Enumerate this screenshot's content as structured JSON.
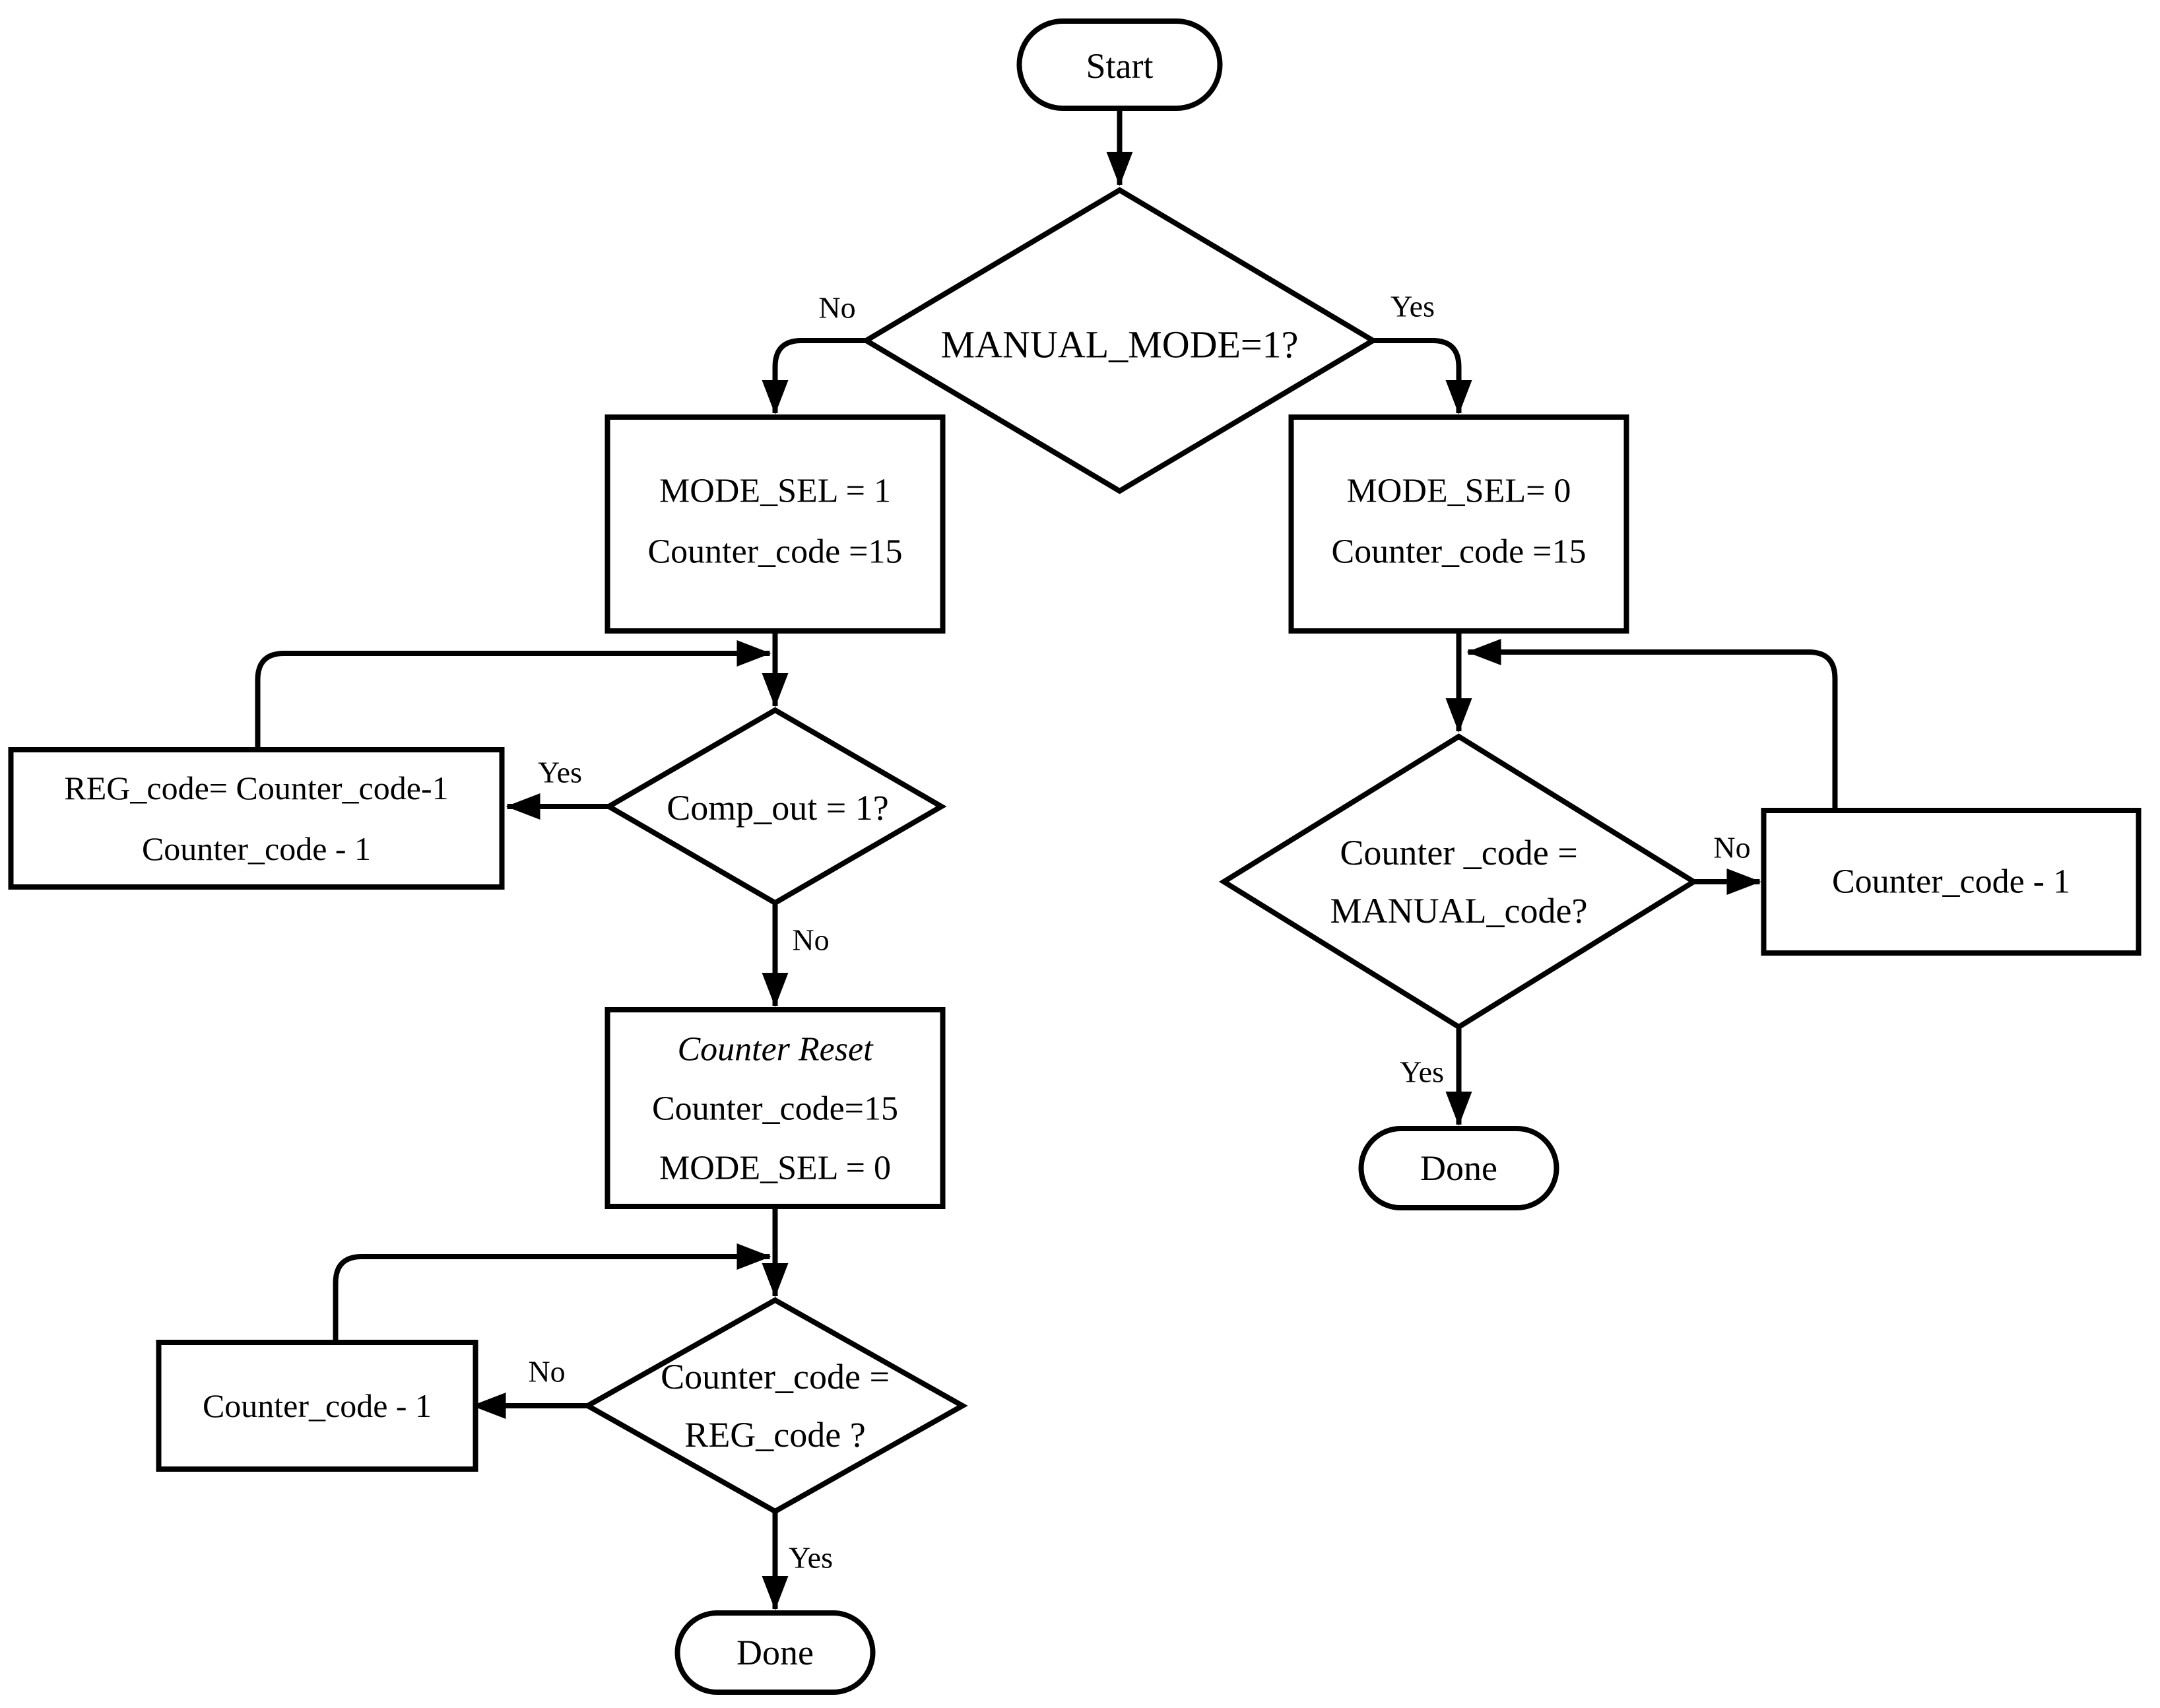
{
  "diagram": {
    "background": "#ffffff",
    "stroke_color": "#000000",
    "nodes": {
      "start": {
        "label": "Start"
      },
      "manual_mode_decision": {
        "label": "MANUAL_MODE=1?"
      },
      "auto_init": {
        "lines": [
          "MODE_SEL = 1",
          "Counter_code =15"
        ]
      },
      "manual_init": {
        "lines": [
          "MODE_SEL= 0",
          "Counter_code =15"
        ]
      },
      "comp_out_decision": {
        "label": "Comp_out = 1?"
      },
      "reg_update": {
        "lines": [
          "REG_code= Counter_code-1",
          "Counter_code - 1"
        ]
      },
      "counter_reset": {
        "lines": [
          "Counter Reset",
          "Counter_code=15",
          "MODE_SEL = 0"
        ]
      },
      "reg_match_decision": {
        "lines": [
          "Counter_code =",
          "REG_code ?"
        ]
      },
      "auto_decrement": {
        "label": "Counter_code - 1"
      },
      "manual_match_decision": {
        "lines": [
          "Counter _code =",
          "MANUAL_code?"
        ]
      },
      "manual_decrement": {
        "label": "Counter_code - 1"
      },
      "done_auto": {
        "label": "Done"
      },
      "done_manual": {
        "label": "Done"
      }
    },
    "edge_labels": {
      "manual_no": "No",
      "manual_yes": "Yes",
      "comp_yes": "Yes",
      "comp_no": "No",
      "reg_match_no": "No",
      "reg_match_yes": "Yes",
      "manual_match_no": "No",
      "manual_match_yes": "Yes"
    }
  }
}
